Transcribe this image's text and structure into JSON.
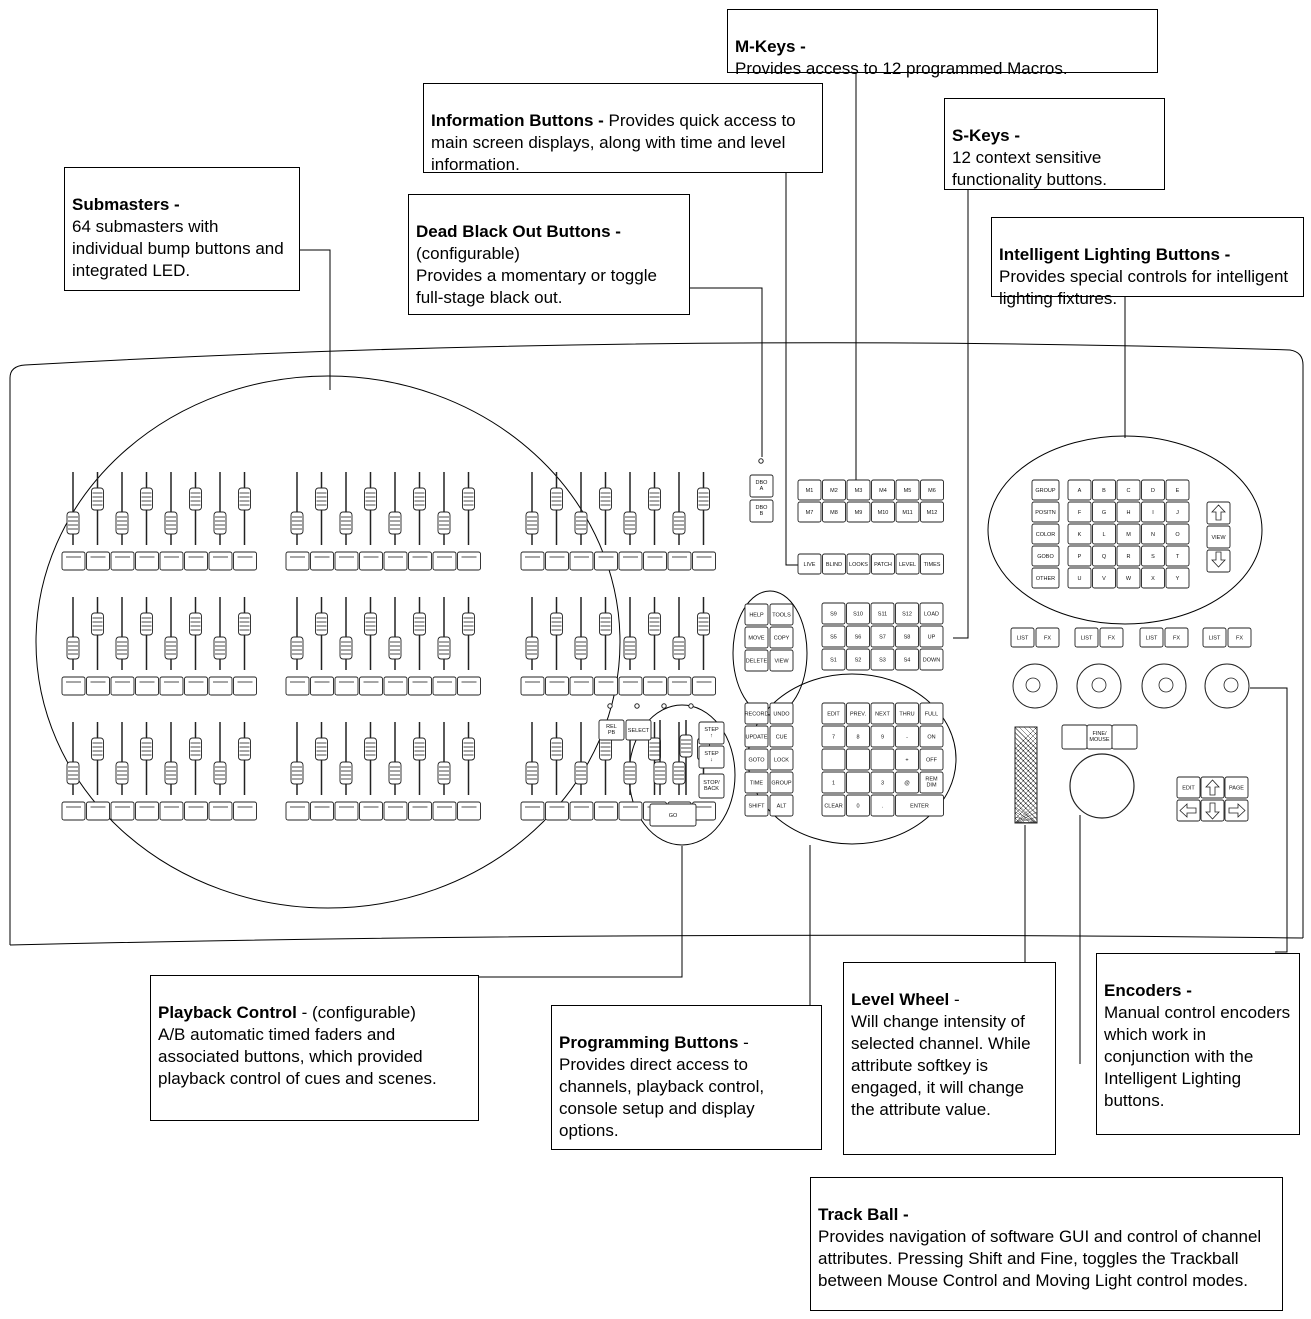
{
  "callouts": {
    "mkeys": {
      "title": "M-Keys -",
      "body": "Provides access to 12 programmed Macros."
    },
    "info": {
      "title": "Information Buttons -",
      "body": " Provides quick access to main screen displays, along with time and level information."
    },
    "skeys": {
      "title": "S-Keys -",
      "body": "12 context sensitive functionality buttons."
    },
    "submasters": {
      "title": "Submasters -",
      "body": "64 submasters with individual bump buttons and integrated LED."
    },
    "dbo": {
      "title": "Dead Black Out Buttons -",
      "body": "(configurable)\nProvides a momentary or toggle full-stage black out."
    },
    "intelligent": {
      "title": "Intelligent Lighting Buttons -",
      "body": "Provides special controls for intelligent lighting fixtures."
    },
    "playback": {
      "title": "Playback Control",
      "body": " - (configurable)\nA/B automatic timed faders and associated buttons, which provided playback control of cues and scenes."
    },
    "programming": {
      "title": "Programming Buttons",
      "body": " -\nProvides direct access to channels, playback control, console setup and display options."
    },
    "levelwheel": {
      "title": "Level Wheel",
      "body": " -\nWill change intensity of selected channel. While attribute softkey is engaged, it will change the attribute value."
    },
    "encoders": {
      "title": "Encoders -",
      "body": "Manual control encoders which work in conjunction with the Intelligent Lighting buttons."
    },
    "trackball": {
      "title": "Track Ball -",
      "body": "Provides navigation of software GUI and control of channel attributes. Pressing Shift and Fine, toggles the Trackball between Mouse Control and Moving Light control modes."
    }
  },
  "console_labels": {
    "dbo": [
      "DBO A",
      "DBO B"
    ],
    "mkeys_row1": [
      "M1",
      "M2",
      "M3",
      "M4",
      "M5",
      "M6"
    ],
    "mkeys_row2": [
      "M7",
      "M8",
      "M9",
      "M10",
      "M11",
      "M12"
    ],
    "info_buttons": [
      "LIVE",
      "BLIND",
      "LOOKS",
      "PATCH",
      "LEVEL",
      "TIMES"
    ],
    "skeys_rows": [
      [
        "S9",
        "S10",
        "S11",
        "S12",
        "LOAD"
      ],
      [
        "S5",
        "S6",
        "S7",
        "S8",
        "UP"
      ],
      [
        "S1",
        "S2",
        "S3",
        "S4",
        "DOWN"
      ]
    ],
    "help_group": [
      "HELP",
      "TOOLS",
      "MOVE",
      "COPY",
      "DELETE",
      "VIEW"
    ],
    "prog_left": [
      "RECORD",
      "UNDO",
      "UPDATE",
      "CUE",
      "GOTO",
      "LOCK",
      "TIME",
      "GROUP",
      "SHIFT",
      "ALT"
    ],
    "keypad_rows": [
      [
        "EDIT",
        "PREV.",
        "NEXT",
        "THRU",
        "FULL"
      ],
      [
        "7",
        "8",
        "9",
        "-",
        "ON"
      ],
      [
        "",
        "",
        "",
        "+",
        "OFF"
      ],
      [
        "1",
        "",
        "3",
        "@",
        "REM DIM"
      ],
      [
        "CLEAR",
        "0",
        ".",
        "ENTER"
      ]
    ],
    "playback": [
      "REL PB",
      "SELECT",
      "STEP ↑",
      "STEP ↓",
      "STOP/ BACK",
      "GO"
    ],
    "il_left": [
      "GROUP",
      "POSITN",
      "COLOR",
      "GOBO",
      "OTHER"
    ],
    "il_letters": [
      "A",
      "B",
      "C",
      "D",
      "E",
      "F",
      "G",
      "H",
      "I",
      "J",
      "K",
      "L",
      "M",
      "N",
      "O",
      "P",
      "Q",
      "R",
      "S",
      "T",
      "U",
      "V",
      "W",
      "X",
      "Y"
    ],
    "il_view": "VIEW",
    "list_fx": [
      "LIST",
      "FX"
    ],
    "fine_mouse": "FINE/ MOUSE",
    "edit_page": [
      "EDIT",
      "PAGE"
    ]
  }
}
